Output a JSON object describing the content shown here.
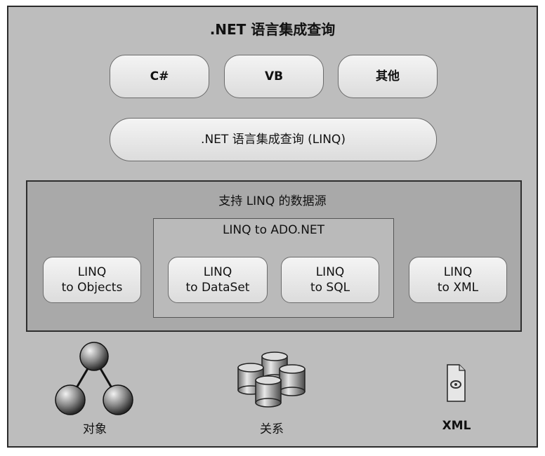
{
  "title": ".NET 语言集成查询",
  "languages": [
    {
      "label": "C#"
    },
    {
      "label": "VB"
    },
    {
      "label": "其他"
    }
  ],
  "linq_bar": ".NET 语言集成查询 (LINQ)",
  "data_sources": {
    "title": "支持 LINQ 的数据源",
    "ado": {
      "title": "LINQ to ADO.NET",
      "items": [
        {
          "line1": "LINQ",
          "line2": "to DataSet"
        },
        {
          "line1": "LINQ",
          "line2": "to SQL"
        }
      ]
    },
    "objects": {
      "line1": "LINQ",
      "line2": "to Objects"
    },
    "xml": {
      "line1": "LINQ",
      "line2": "to XML"
    }
  },
  "bottom": {
    "objects_label": "对象",
    "relational_label": "关系",
    "xml_label": "XML"
  },
  "colors": {
    "frame_bg": "#bdbdbd",
    "sources_bg": "#a9a9a9",
    "ado_bg": "#bababa"
  }
}
